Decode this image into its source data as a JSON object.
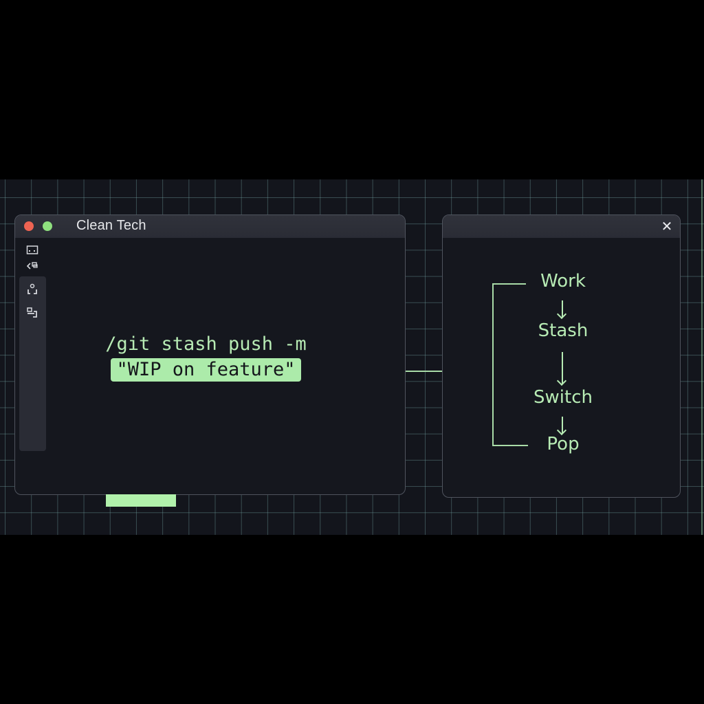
{
  "colors": {
    "background": "#000000",
    "grid_background": "#13151c",
    "window_body": "#15171e",
    "titlebar": "#2c2e37",
    "accent_green": "#b7ebb4",
    "highlight_green": "#acebaa",
    "close_dot": "#ee6352",
    "maximize_dot": "#8fe07f"
  },
  "left_window": {
    "title": "Clean Tech",
    "controls": [
      "close-dot",
      "maximize-dot"
    ],
    "toolbar_icons": [
      "frame-icon",
      "share-icon",
      "recycle-icon",
      "layout-icon"
    ],
    "command": {
      "line1": "/git stash push -m",
      "line2": "\"WIP on feature\""
    }
  },
  "right_window": {
    "close_label": "✕",
    "flow": {
      "steps": [
        "Work",
        "Stash",
        "Switch",
        "Pop"
      ]
    }
  }
}
